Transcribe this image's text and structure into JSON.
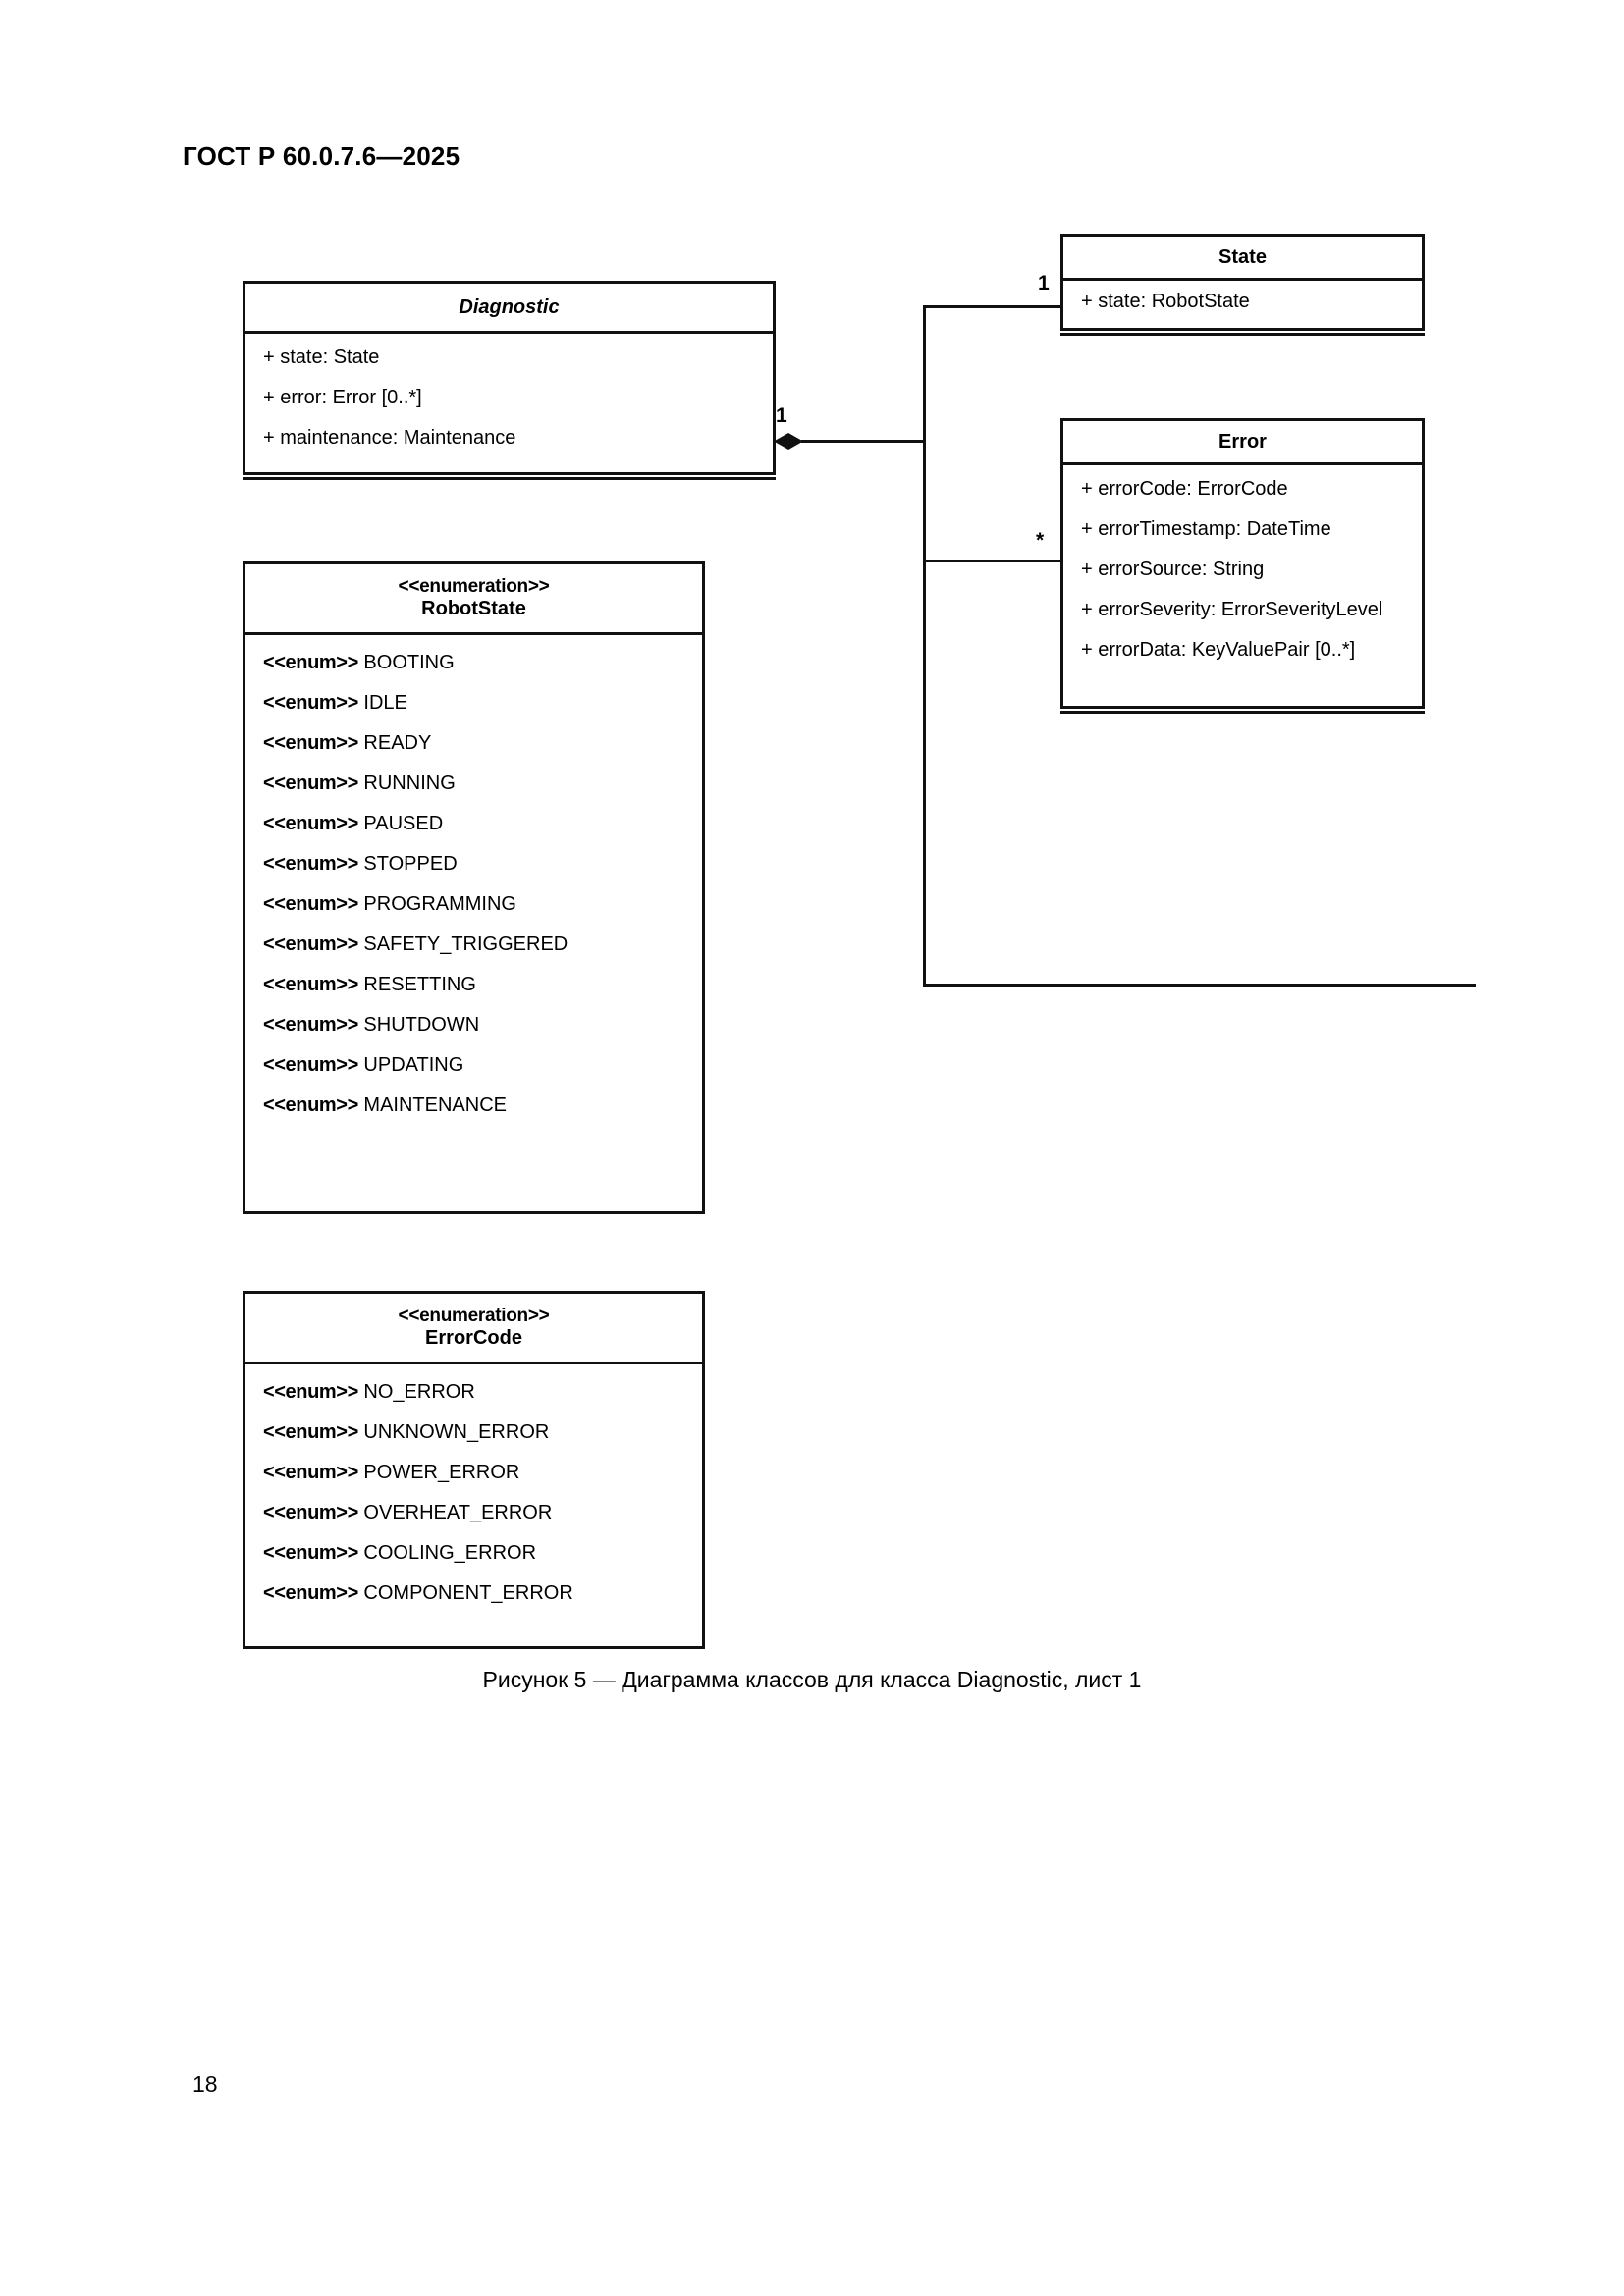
{
  "document": {
    "header": "ГОСТ Р 60.0.7.6—2025",
    "page_number": "18",
    "figure_caption": "Рисунок 5 — Диаграмма классов для класса Diagnostic, лист 1"
  },
  "diagram": {
    "type": "uml-class-diagram",
    "classes": [
      {
        "id": "diagnostic",
        "name": "Diagnostic",
        "italic": true,
        "attributes": [
          "+ state: State",
          "+ error: Error [0..*]",
          "+ maintenance: Maintenance"
        ]
      },
      {
        "id": "state",
        "name": "State",
        "italic": false,
        "attributes": [
          "+ state: RobotState"
        ]
      },
      {
        "id": "error",
        "name": "Error",
        "italic": false,
        "attributes": [
          "+ errorCode: ErrorCode",
          "+ errorTimestamp: DateTime",
          "+ errorSource: String",
          "+ errorSeverity: ErrorSeverityLevel",
          "+ errorData: KeyValuePair [0..*]"
        ]
      }
    ],
    "enumerations": [
      {
        "id": "robotstate",
        "stereotype": "<<enumeration>>",
        "name": "RobotState",
        "literal_tag": "<<enum>>",
        "literals": [
          "BOOTING",
          "IDLE",
          "READY",
          "RUNNING",
          "PAUSED",
          "STOPPED",
          "PROGRAMMING",
          "SAFETY_TRIGGERED",
          "RESETTING",
          "SHUTDOWN",
          "UPDATING",
          "MAINTENANCE"
        ]
      },
      {
        "id": "errorcode",
        "stereotype": "<<enumeration>>",
        "name": "ErrorCode",
        "literal_tag": "<<enum>>",
        "literals": [
          "NO_ERROR",
          "UNKNOWN_ERROR",
          "POWER_ERROR",
          "OVERHEAT_ERROR",
          "COOLING_ERROR",
          "COMPONENT_ERROR"
        ]
      }
    ],
    "associations": [
      {
        "id": "diagnostic-state",
        "from": "diagnostic",
        "to": "state",
        "kind": "composition",
        "source_multiplicity": "1",
        "target_multiplicity": "1"
      },
      {
        "id": "diagnostic-error",
        "from": "diagnostic",
        "to": "error",
        "kind": "composition",
        "source_multiplicity": "1",
        "target_multiplicity": "*"
      }
    ]
  }
}
